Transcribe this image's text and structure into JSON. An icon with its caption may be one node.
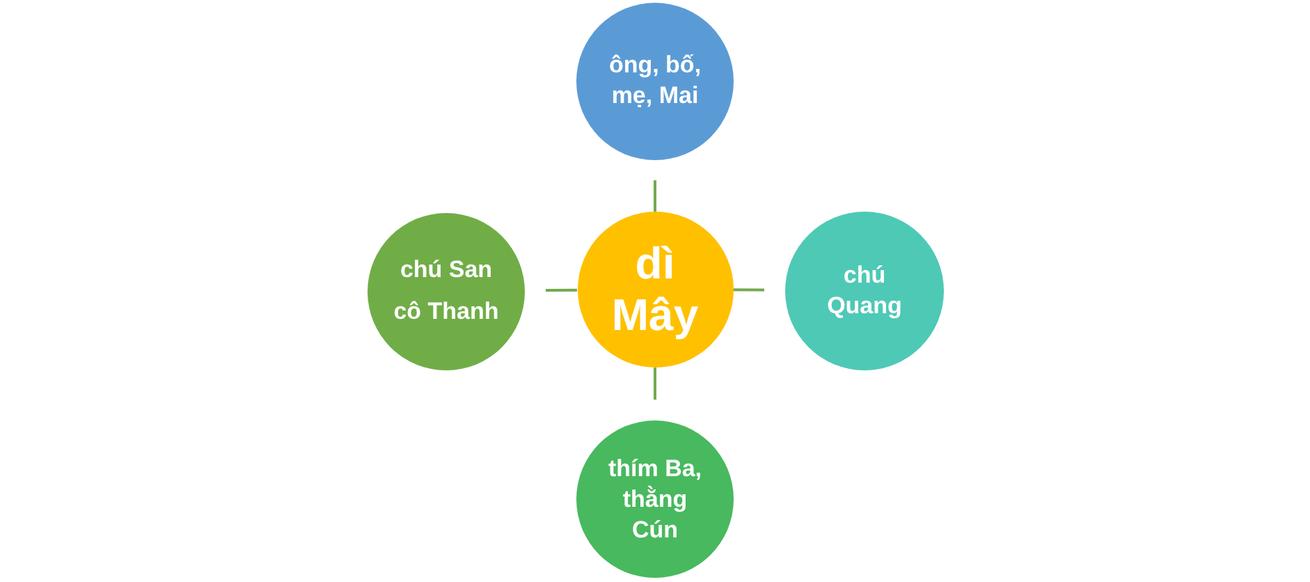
{
  "diagram": {
    "nodes": [
      {
        "text": [
          "ông, bố, mẹ, Mai"
        ]
      },
      {
        "text": [
          "chú San cô Thanh"
        ]
      },
      {
        "text": [
          "dì Mây"
        ]
      },
      {
        "text": [
          "chú Quang"
        ]
      },
      {
        "text": [
          "thím Ba, thằng Cún"
        ]
      }
    ],
    "edges": [
      {
        "from": 2,
        "to": 0,
        "arrow": "none"
      },
      {
        "from": 2,
        "to": 1,
        "arrow": "none"
      },
      {
        "from": 2,
        "to": 3,
        "arrow": "none"
      },
      {
        "from": 2,
        "to": 4,
        "arrow": "none"
      }
    ]
  }
}
